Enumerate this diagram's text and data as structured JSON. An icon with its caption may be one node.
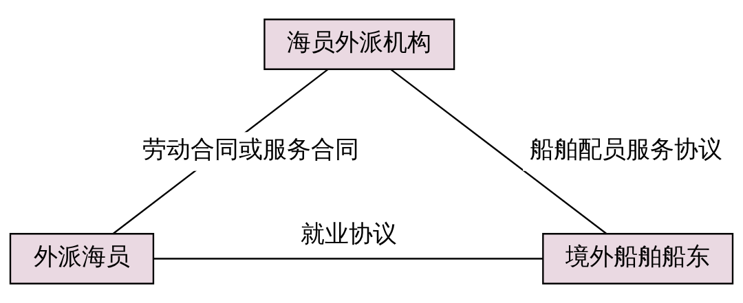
{
  "diagram": {
    "nodes": [
      {
        "text": [
          "海员外派机构"
        ]
      },
      {
        "text": [
          "外派海员"
        ]
      },
      {
        "text": [
          "境外船舶船东"
        ]
      }
    ],
    "edges": [
      {
        "from": 0,
        "to": 1,
        "arrow": "none",
        "label": "劳动合同或服务合同"
      },
      {
        "from": 0,
        "to": 2,
        "arrow": "none",
        "label": "船舶配员服务协议"
      },
      {
        "from": 1,
        "to": 2,
        "arrow": "none",
        "label": "就业协议"
      }
    ]
  }
}
